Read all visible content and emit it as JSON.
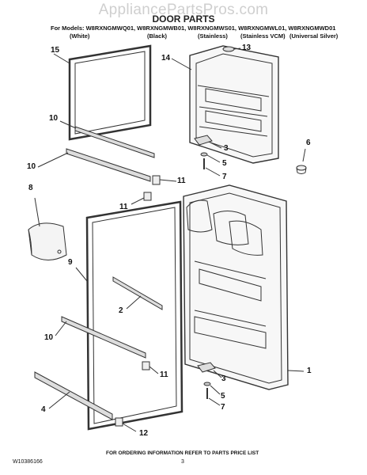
{
  "header": {
    "watermark": "AppliancePartsPros.com",
    "title": "DOOR PARTS",
    "models_line": "For Models: W8RXNGMWQ01, W8RXNGMWB01, W8RXNGMWS01, W8RXNGMWL01, W8RXNGMWD01",
    "variants": [
      "(White)",
      "(Black)",
      "(Stainless)",
      "(Stainless VCM)",
      "(Universal Silver)"
    ]
  },
  "callouts": [
    "15",
    "14",
    "13",
    "10",
    "10",
    "3",
    "5",
    "7",
    "6",
    "11",
    "11",
    "8",
    "9",
    "2",
    "10",
    "11",
    "4",
    "12",
    "1",
    "3",
    "5",
    "7"
  ],
  "footer": {
    "order_info": "FOR ORDERING INFORMATION REFER TO PARTS PRICE LIST",
    "doc_number": "W10386166",
    "page_number": "3"
  }
}
